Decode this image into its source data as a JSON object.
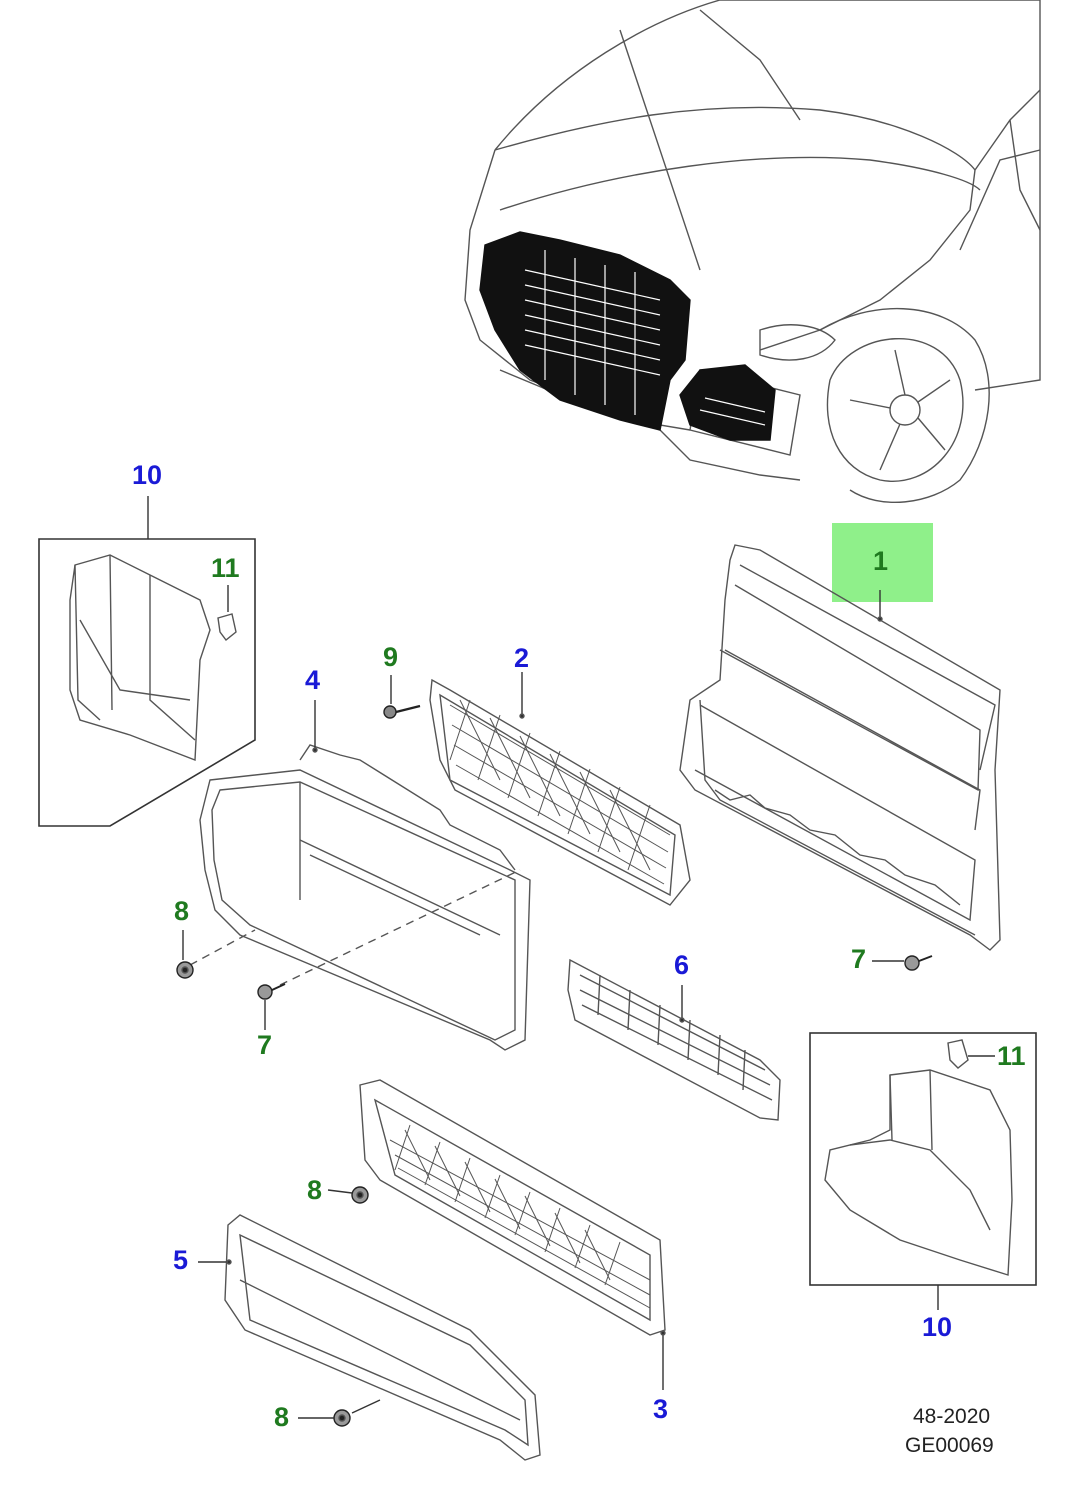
{
  "callouts": {
    "c1": "1",
    "c2": "2",
    "c3": "3",
    "c4": "4",
    "c5": "5",
    "c6": "6",
    "c7a": "7",
    "c7b": "7",
    "c8a": "8",
    "c8b": "8",
    "c8c": "8",
    "c9": "9",
    "c10a": "10",
    "c10b": "10",
    "c11a": "11",
    "c11b": "11"
  },
  "reference": {
    "line1": "48-2020",
    "line2": "GE00069"
  },
  "colors": {
    "blue_callout": "#1a1ad6",
    "green_callout": "#1f7a1f",
    "highlight": "#8ff08a"
  }
}
